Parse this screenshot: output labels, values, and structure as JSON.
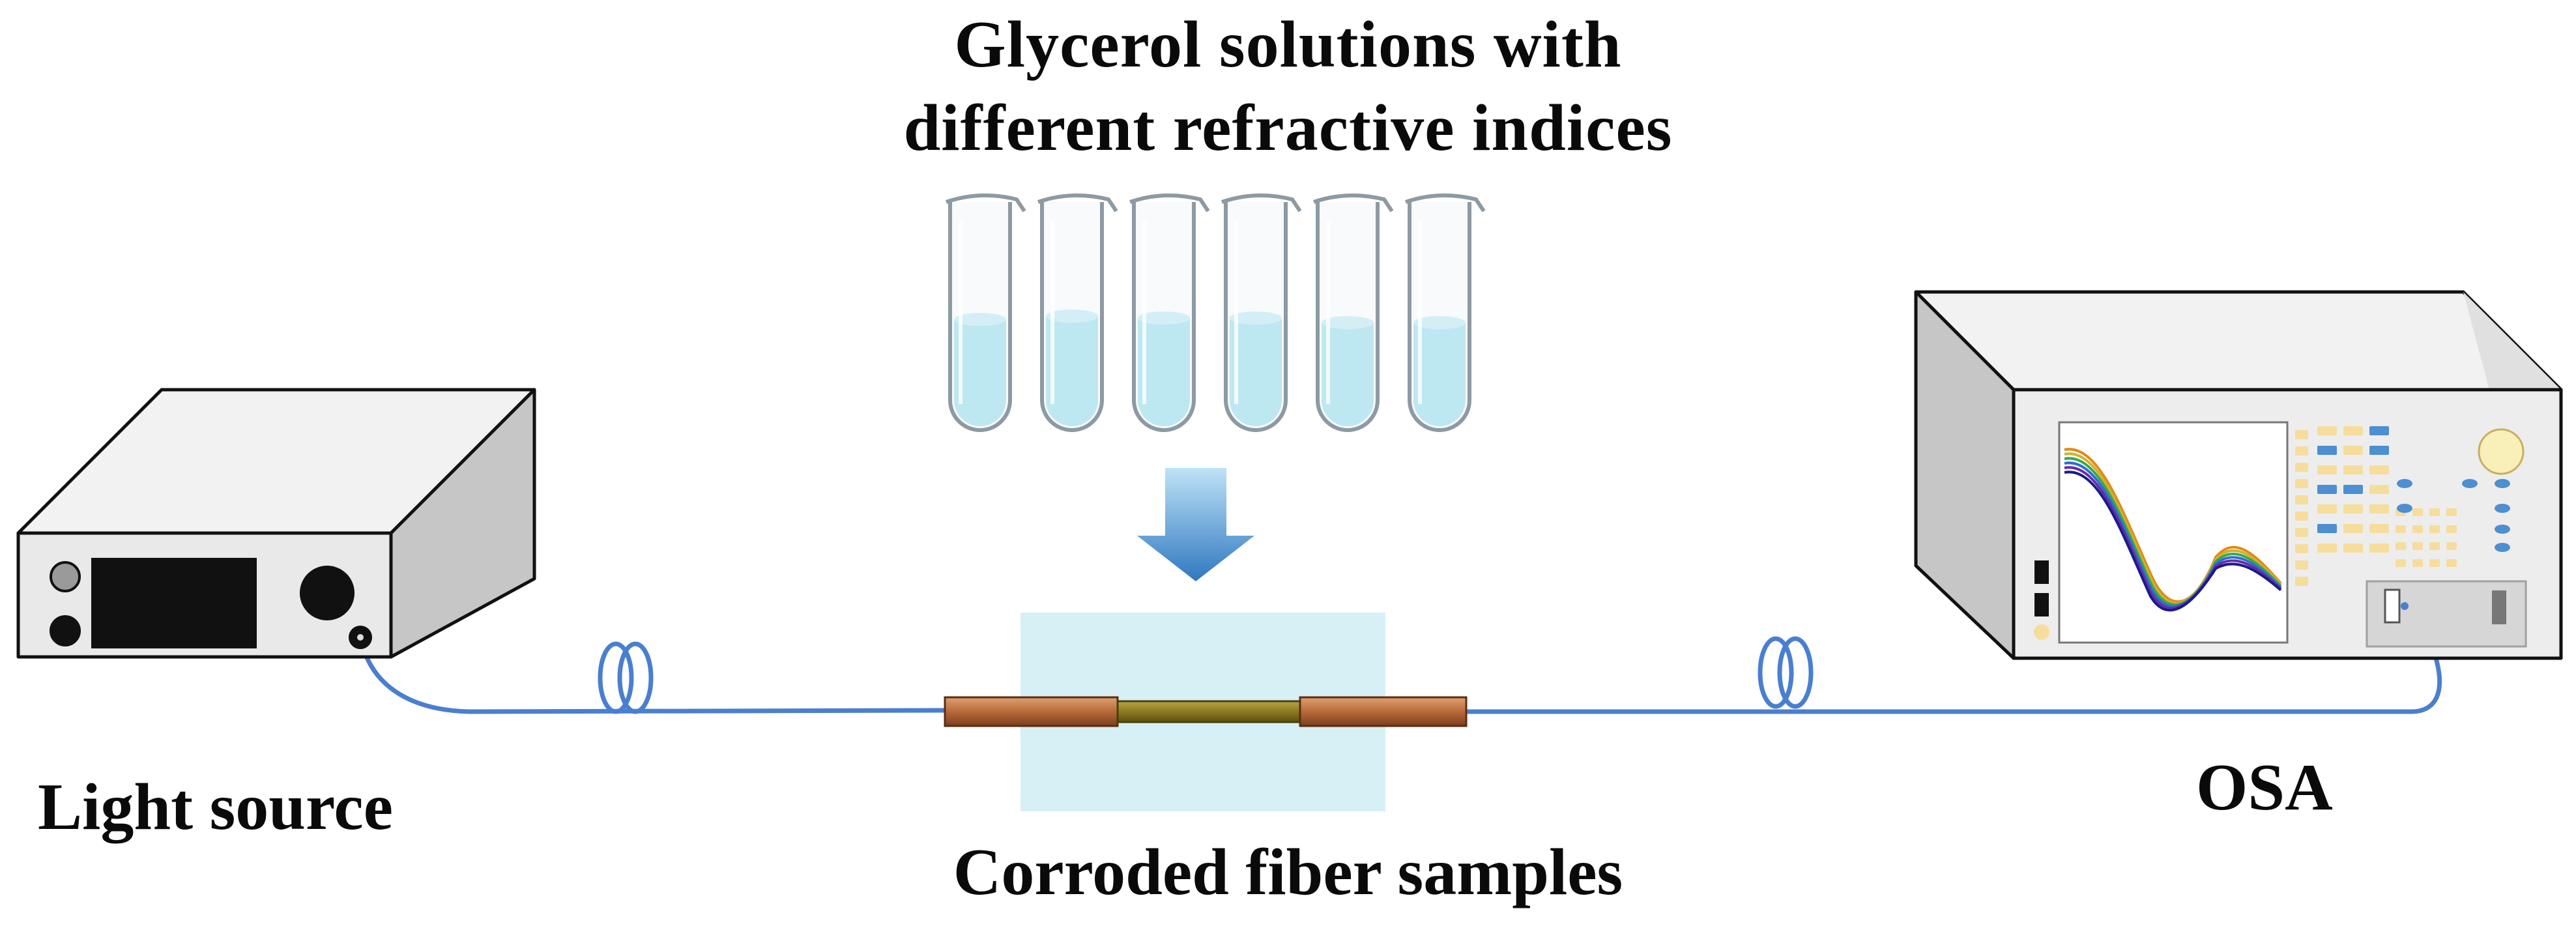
{
  "title": {
    "line1": "Glycerol solutions with",
    "line2": "different refractive indices"
  },
  "labels": {
    "light_source": "Light source",
    "osa": "OSA",
    "samples": "Corroded fiber samples"
  },
  "colors": {
    "fiber": "#4a7fd0",
    "liquid": "#a7e3ee",
    "device_top": "#f2f2f2",
    "device_side": "#c6c6c6",
    "device_front": "#e9e9e9",
    "osa_front": "#ededed",
    "screen": "#111111",
    "sample_box": "#d6f0f5",
    "fiber_copper": "#b86a3a",
    "fiber_sensing": "#8c7a1e",
    "arrow": "#3a86c6",
    "key_yellow": "#f6dd9c",
    "key_blue": "#4d8fd0"
  },
  "test_tubes": {
    "count": 6
  },
  "spectrum_series": [
    "#e08a1a",
    "#d3b12a",
    "#3aa84f",
    "#2a6fd0",
    "#6a2aa8",
    "#1a1a8a"
  ]
}
